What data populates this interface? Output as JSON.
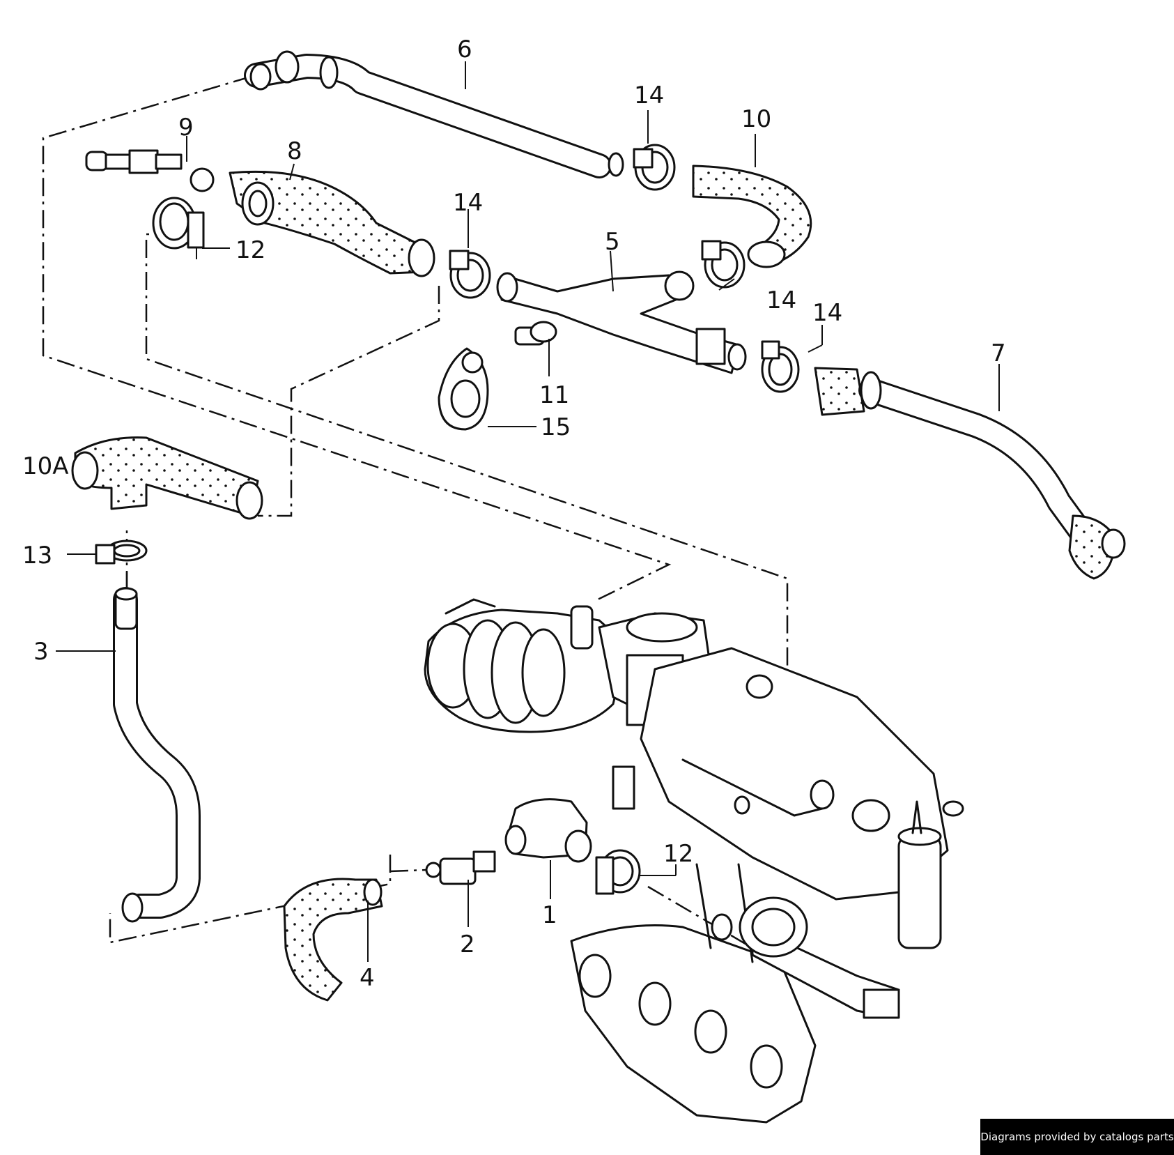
{
  "labels": {
    "l1": "1",
    "l2": "2",
    "l3": "3",
    "l4": "4",
    "l5": "5",
    "l6": "6",
    "l7": "7",
    "l8": "8",
    "l9": "9",
    "l10": "10",
    "l10a": "10A",
    "l11": "11",
    "l12a": "12",
    "l12b": "12",
    "l13": "13",
    "l14a": "14",
    "l14b": "14",
    "l14c": "14",
    "l14d": "14",
    "l15": "15"
  },
  "credit": "Diagrams provided by catalogs parts"
}
